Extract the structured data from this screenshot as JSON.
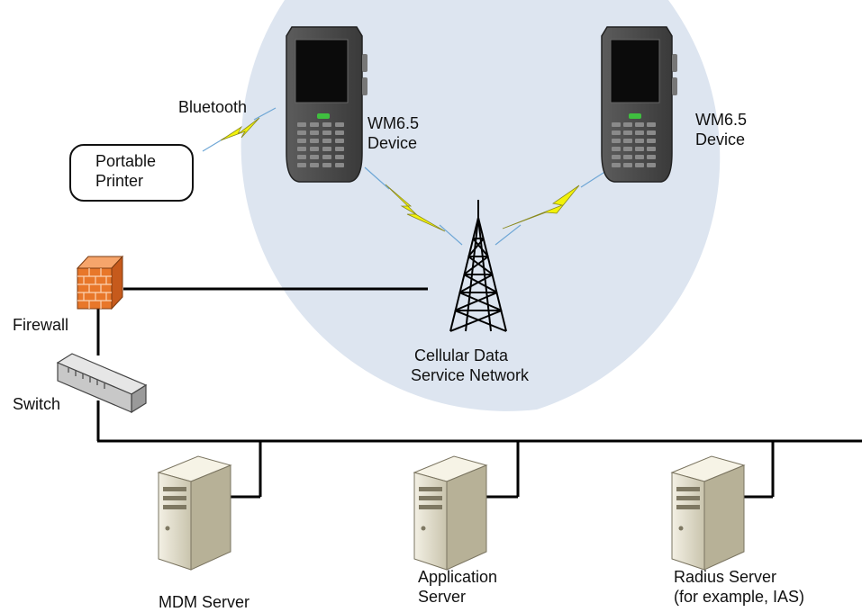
{
  "colors": {
    "cloud": "#dde5f0",
    "line": "#000000",
    "lightning": "#f2f20a",
    "device_body": "#4a4a4a",
    "firewall": "#e8772a"
  },
  "labels": {
    "bluetooth": "Bluetooth",
    "portable_printer": [
      "Portable",
      "Printer"
    ],
    "device_left": [
      "WM6.5",
      "Device"
    ],
    "device_right": [
      "WM6.5",
      "Device"
    ],
    "cellular": [
      "Cellular Data",
      "Service Network"
    ],
    "firewall": "Firewall",
    "switch": "Switch",
    "mdm_server": "MDM Server",
    "application_server": [
      "Application",
      "Server"
    ],
    "radius_server": [
      "Radius Server",
      "(for example, IAS)"
    ]
  },
  "icons": [
    "handheld-device-icon",
    "cell-tower-icon",
    "firewall-icon",
    "switch-icon",
    "server-icon",
    "lightning-icon"
  ]
}
